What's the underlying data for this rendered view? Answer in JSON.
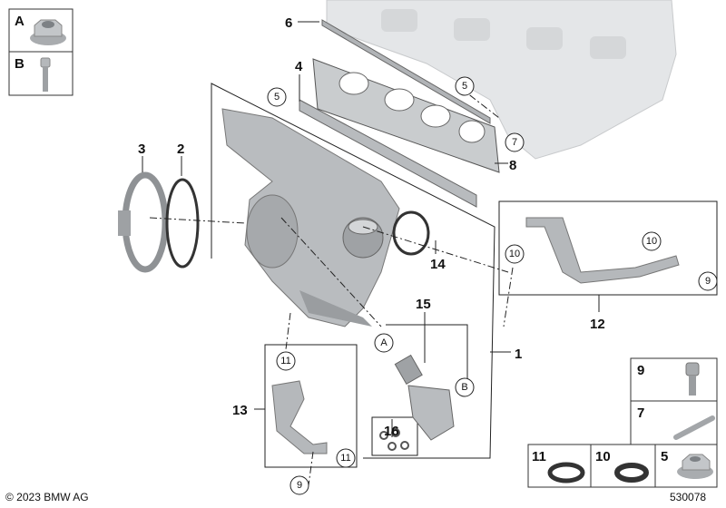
{
  "legend_left": {
    "a": "A",
    "b": "B"
  },
  "legend_right": {
    "nine": "9",
    "seven": "7",
    "eleven": "11",
    "ten": "10",
    "five": "5"
  },
  "labels": {
    "p1": "1",
    "p2": "2",
    "p3": "3",
    "p4": "4",
    "p6": "6",
    "p8": "8",
    "p12": "12",
    "p13": "13",
    "p14": "14",
    "p15": "15",
    "p16": "16"
  },
  "callouts": {
    "c5a": "5",
    "c5b": "5",
    "c7": "7",
    "c10a": "10",
    "c10b": "10",
    "c9a": "9",
    "c11a": "11",
    "c11b": "11",
    "c9b": "9",
    "cA": "A",
    "cB": "B"
  },
  "footer": {
    "copyright": "© 2023 BMW AG",
    "diagram_id": "530078"
  },
  "colors": {
    "part": "#b9bcbf",
    "part_dark": "#8c9094",
    "line": "#111111",
    "engine": "#e4e6e8"
  }
}
